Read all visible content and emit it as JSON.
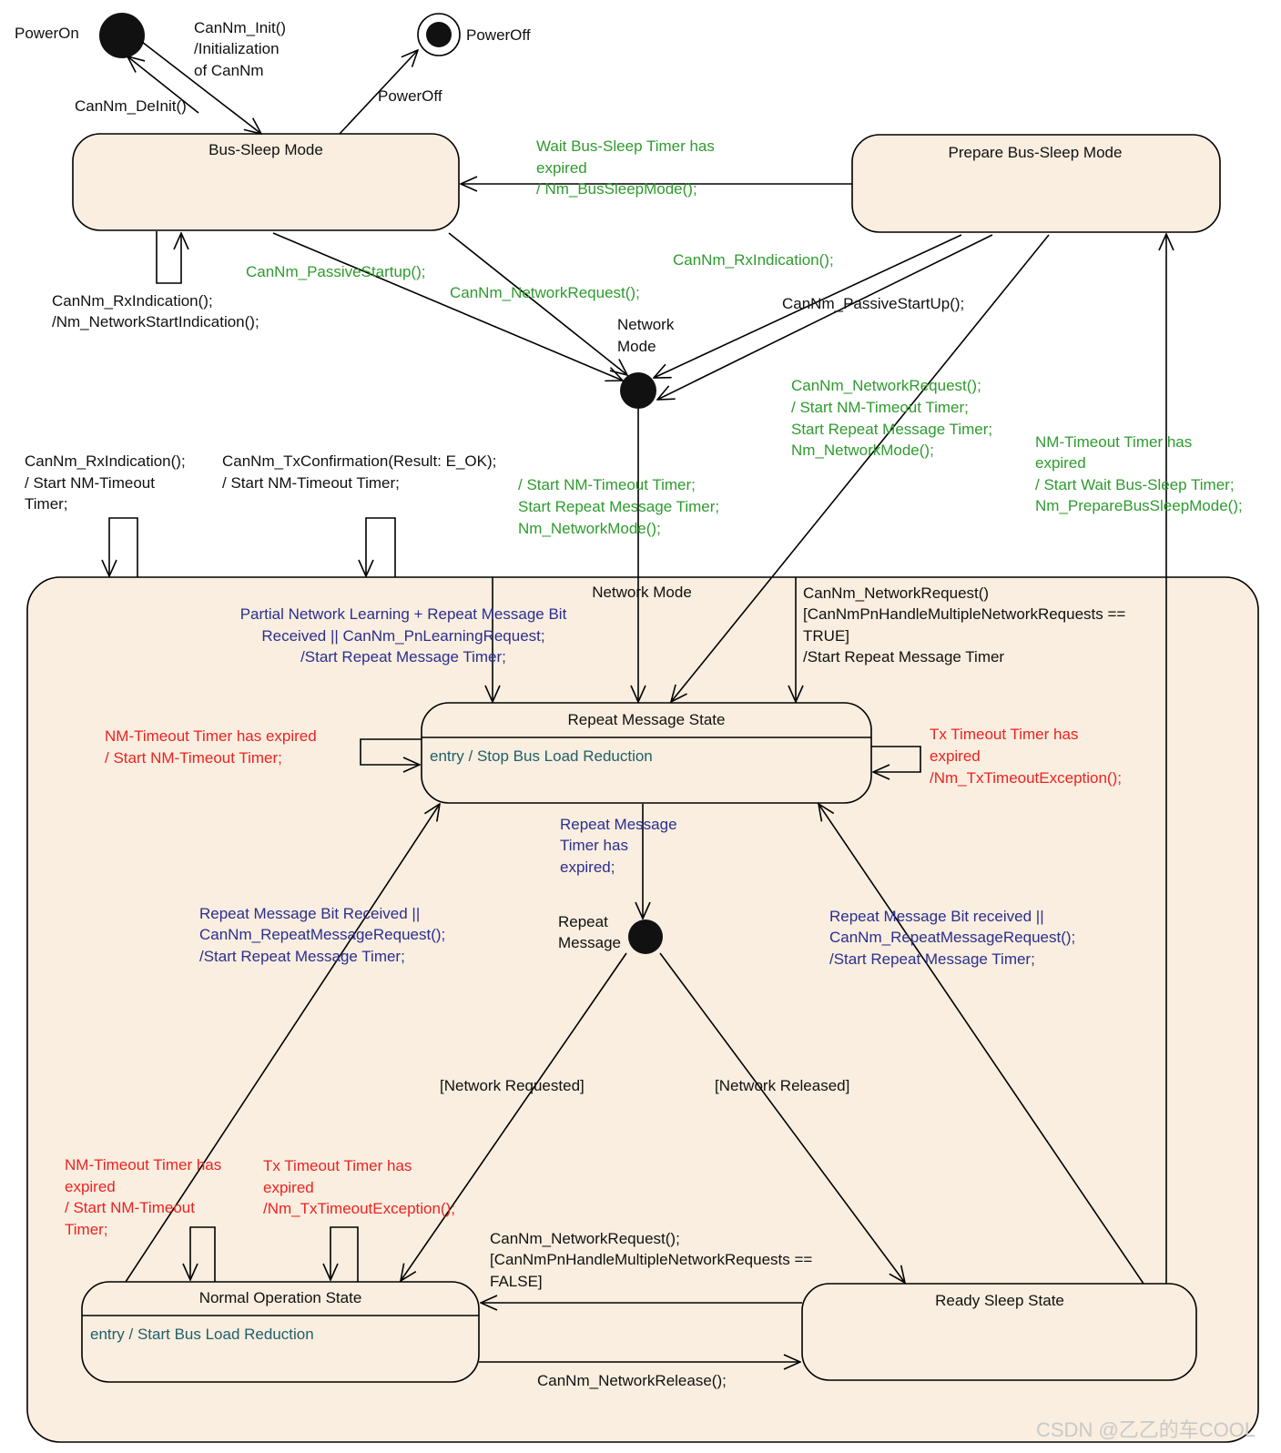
{
  "states": {
    "bus_sleep": "Bus-Sleep Mode",
    "prepare_bus_sleep": "Prepare Bus-Sleep Mode",
    "network_mode": "Network Mode",
    "repeat_message": "Repeat Message State",
    "repeat_message_entry": "entry / Stop Bus Load Reduction",
    "normal_operation": "Normal Operation State",
    "normal_operation_entry": "entry / Start Bus Load Reduction",
    "ready_sleep": "Ready Sleep State"
  },
  "pseudo": {
    "power_on": "PowerOn",
    "power_off": "PowerOff",
    "network_mode_entry": [
      "Network",
      "Mode"
    ],
    "repeat_message_choice": [
      "Repeat",
      "Message"
    ]
  },
  "transitions": {
    "init": [
      "CanNm_Init()",
      "/Initialization",
      "of CanNm"
    ],
    "deinit": [
      "CanNm_DeInit()"
    ],
    "power_off": [
      "PowerOff"
    ],
    "bus_sleep_self": [
      "CanNm_RxIndication();",
      "/Nm_NetworkStartIndication();"
    ],
    "wait_bus_sleep": [
      "Wait Bus-Sleep Timer has",
      "expired",
      "/ Nm_BusSleepMode();"
    ],
    "passive_startup_bus": [
      "CanNm_PassiveStartup();"
    ],
    "network_request_bus": [
      "CanNm_NetworkRequest();"
    ],
    "rx_indication_prepare": [
      "CanNm_RxIndication();"
    ],
    "passive_startup_prepare": [
      "CanNm_PassiveStartUp();"
    ],
    "network_request_prepare": [
      "CanNm_NetworkRequest();",
      "/ Start NM-Timeout Timer;",
      "Start Repeat Message Timer;",
      "Nm_NetworkMode();"
    ],
    "nm_timeout_to_prepare": [
      "NM-Timeout Timer has",
      "expired",
      "/ Start Wait Bus-Sleep Timer;",
      "Nm_PrepareBusSleepMode();"
    ],
    "network_mode_entry_action": [
      "/ Start NM-Timeout Timer;",
      "Start Repeat Message Timer;",
      "Nm_NetworkMode();"
    ],
    "rx_indication_self": [
      "CanNm_RxIndication();",
      "/ Start NM-Timeout",
      "Timer;"
    ],
    "tx_confirmation_self": [
      "CanNm_TxConfirmation(Result: E_OK);",
      "/ Start NM-Timeout Timer;"
    ],
    "partial_network": [
      "Partial Network Learning + Repeat Message Bit",
      "Received || CanNm_PnLearningRequest;",
      "/Start Repeat Message Timer;"
    ],
    "multiple_requests_true": [
      "CanNm_NetworkRequest()",
      "[CanNmPnHandleMultipleNetworkRequests ==",
      "TRUE]",
      "/Start Repeat Message Timer"
    ],
    "repeat_nm_timeout": [
      "NM-Timeout Timer has expired",
      "/ Start NM-Timeout Timer;"
    ],
    "repeat_tx_timeout": [
      "Tx Timeout Timer has",
      "expired",
      "/Nm_TxTimeoutException();"
    ],
    "repeat_timer_expired": [
      "Repeat Message",
      "Timer has",
      "expired;"
    ],
    "normal_to_repeat": [
      "Repeat Message Bit Received ||",
      "CanNm_RepeatMessageRequest();",
      "/Start Repeat Message Timer;"
    ],
    "ready_to_repeat": [
      "Repeat Message Bit received ||",
      "CanNm_RepeatMessageRequest();",
      "/Start Repeat Message Timer;"
    ],
    "network_requested": [
      "[Network Requested]"
    ],
    "network_released": [
      "[Network Released]"
    ],
    "normal_nm_timeout": [
      "NM-Timeout Timer has",
      "expired",
      "/ Start NM-Timeout",
      "Timer;"
    ],
    "normal_tx_timeout": [
      "Tx Timeout Timer has",
      "expired",
      "/Nm_TxTimeoutException();"
    ],
    "ready_to_normal": [
      "CanNm_NetworkRequest();",
      "[CanNmPnHandleMultipleNetworkRequests ==",
      "FALSE]"
    ],
    "normal_to_ready": [
      "CanNm_NetworkRelease();"
    ]
  },
  "watermark": "CSDN @乙乙的车COOL",
  "colors": {
    "state_fill": "#f9eedf",
    "black_text": "#111111",
    "green_text": "#2e9b2e",
    "blue_text": "#2b2f8f",
    "red_text": "#ee2222",
    "teal_text": "#1f5f6a"
  }
}
